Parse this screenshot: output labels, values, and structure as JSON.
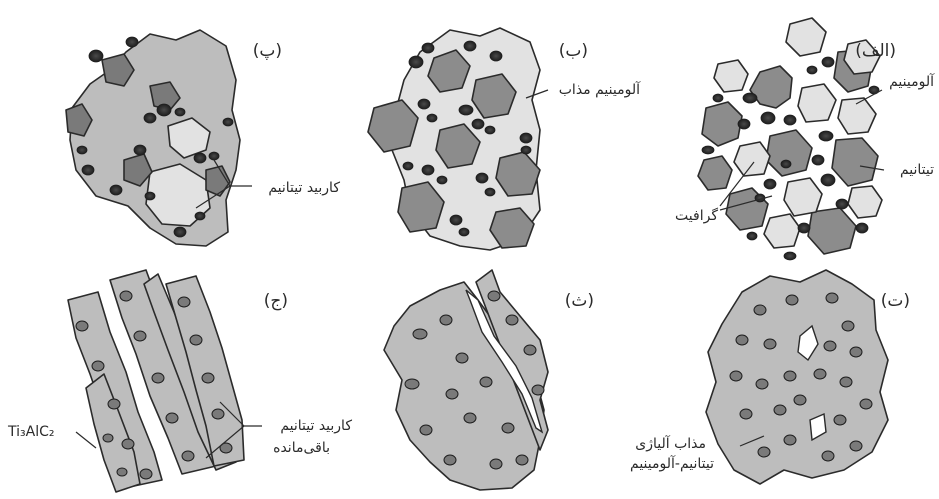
{
  "panels": [
    {
      "tag": "(الف)"
    },
    {
      "tag": "(ب)"
    },
    {
      "tag": "(پ)"
    },
    {
      "tag": "(ت)"
    },
    {
      "tag": "(ث)"
    },
    {
      "tag": "(ج)"
    }
  ],
  "labels": {
    "aluminum": "آلومینیم",
    "titanium": "تیتانیم",
    "graphite": "گرافیت",
    "molten_aluminum": "آلومینیم مذاب",
    "titanium_carbide": "کاربید تیتانیم",
    "molten_alloy_line1": "مذاب آلیاژی",
    "molten_alloy_line2": "تیتانیم-آلومینیم",
    "ti3alc2": "Ti₃AlC₂",
    "residual_tic_line1": "کاربید تیتانیم",
    "residual_tic_line2": "باقی‌مانده"
  },
  "colors": {
    "titanium_fill": "#8c8c8c",
    "aluminum_fill": "#e2e2e2",
    "graphite_fill": "#2f2f2f",
    "matrix_fill": "#bdbdbd",
    "carbide_fill": "#7a7a7a"
  }
}
